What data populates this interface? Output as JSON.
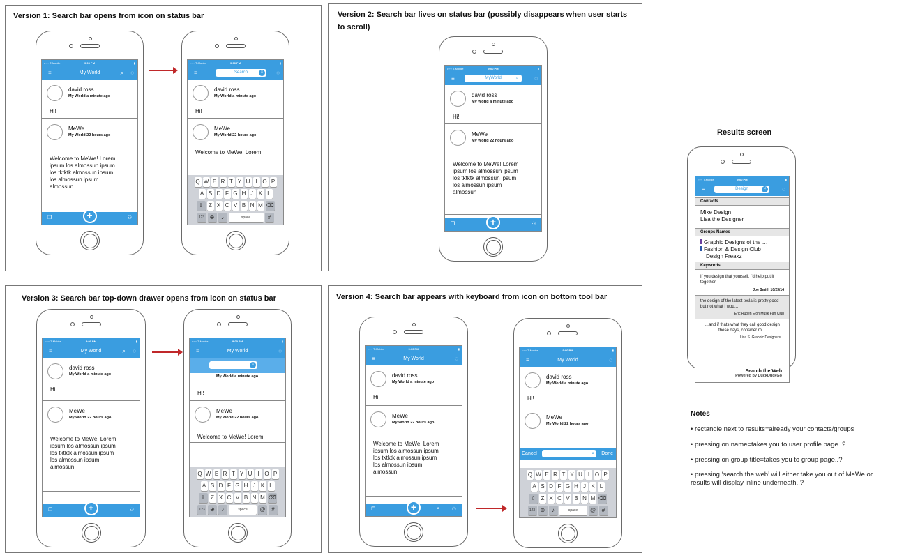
{
  "versions": [
    {
      "title": "Version 1: Search bar opens from icon on status bar"
    },
    {
      "title": "Version 2: Search bar lives on status bar (possibly disappears when user starts to scroll)"
    },
    {
      "title": "Version 3: Search bar top-down drawer opens from icon on status bar"
    },
    {
      "title": "Version 4: Search bar appears with keyboard from icon on bottom tool bar"
    }
  ],
  "phone": {
    "carrier": "•◦◦◦◦ T-Mobile",
    "time": "9:00 PM",
    "nav_title": "My World",
    "search_placeholder": "Search",
    "search_placeholder_v2": "MyWorld",
    "post1": {
      "name": "david ross",
      "meta": "My World  a minute ago",
      "message": "Hi!"
    },
    "post2": {
      "name": "MeWe",
      "meta": "My World  22 hours ago",
      "lines": [
        "Welcome to MeWe! Lorem",
        "ipsum los almossun ipsum",
        "los tktktk almossun ipsum",
        "los almossun ipsum",
        "almossun"
      ]
    },
    "keyboard": {
      "row1": [
        "Q",
        "W",
        "E",
        "R",
        "T",
        "Y",
        "U",
        "I",
        "O",
        "P"
      ],
      "row2": [
        "A",
        "S",
        "D",
        "F",
        "G",
        "H",
        "J",
        "K",
        "L"
      ],
      "row3": [
        "Z",
        "X",
        "C",
        "V",
        "B",
        "N",
        "M"
      ],
      "num": "123",
      "space": "space",
      "at": "@",
      "hash": "#"
    },
    "cancel": "Cancel",
    "done": "Done"
  },
  "results": {
    "title": "Results screen",
    "search_value": "Design",
    "contacts_header": "Contacts",
    "contacts": [
      "Mike Design",
      "Lisa the Designer"
    ],
    "groups_header": "Groups Names",
    "groups": [
      "Graphic Designs of the …",
      "Fashion & Design Club",
      "Design Freakz"
    ],
    "keywords_header": "Keywords",
    "keywords": [
      {
        "text": "If you design that yourself, I'd help put it together.",
        "byline": "Joe Smith 10/23/14"
      },
      {
        "text": "the design of the latest tesla is pretty good but not what I wou…",
        "byline": "Eric Ruben  Elon Musk Fan Club"
      },
      {
        "text": "…and if thats what they call good design these days, consider m…",
        "byline": "Lisa S.  Graphic Designers…"
      }
    ],
    "search_web": "Search the Web",
    "powered": "Powered by DuckDuckGo"
  },
  "notes": {
    "title": "Notes",
    "items": [
      "• rectangle next to results=already your contacts/groups",
      "• pressing on name=takes you to user profile page..?",
      "• pressing on group title=takes you to group page..?",
      "• pressing ‘search the web’ will either take you out of MeWe or results will display inline underneath..?"
    ]
  },
  "colors": {
    "accent": "#3a9de0",
    "arrow": "#c0282a",
    "group_purple": "#6a3f9e",
    "group_blue": "#2a57a8",
    "group_green": "#2d7a2d"
  }
}
